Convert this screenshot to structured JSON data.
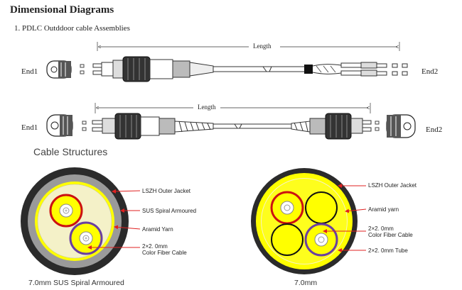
{
  "header": {
    "title": "Dimensional Diagrams",
    "subtitle": "1. PDLC Outddoor cable Assemblies"
  },
  "assembly1": {
    "end1": "End1",
    "end2": "End2",
    "length": "Length"
  },
  "assembly2": {
    "end1": "End1",
    "end2": "End2",
    "length": "Length"
  },
  "structures": {
    "title": "Cable Structures",
    "left": {
      "caption": "7.0mm SUS Spiral Armoured",
      "labels": {
        "jacket": "LSZH Outer Jacket",
        "armour": "SUS Spiral Armoured",
        "aramid": "Aramid Yarn",
        "fiber_line1": "2×2. 0mm",
        "fiber_line2": "Color Fiber Cable"
      }
    },
    "right": {
      "caption": "7.0mm",
      "labels": {
        "jacket": "LSZH Outer Jacket",
        "aramid": "Aramid yarn",
        "fiber_line1": "2×2. 0mm",
        "fiber_line2": "Color Fiber Cable",
        "tube": "2×2. 0mm Tube"
      }
    }
  },
  "colors": {
    "jacket": "#2b2b2b",
    "armour": "#9a9a9a",
    "aramid": "#ffff00",
    "red_ring": "#cc1111",
    "purple_ring": "#6a3fa0",
    "arrow": "#e02020"
  }
}
